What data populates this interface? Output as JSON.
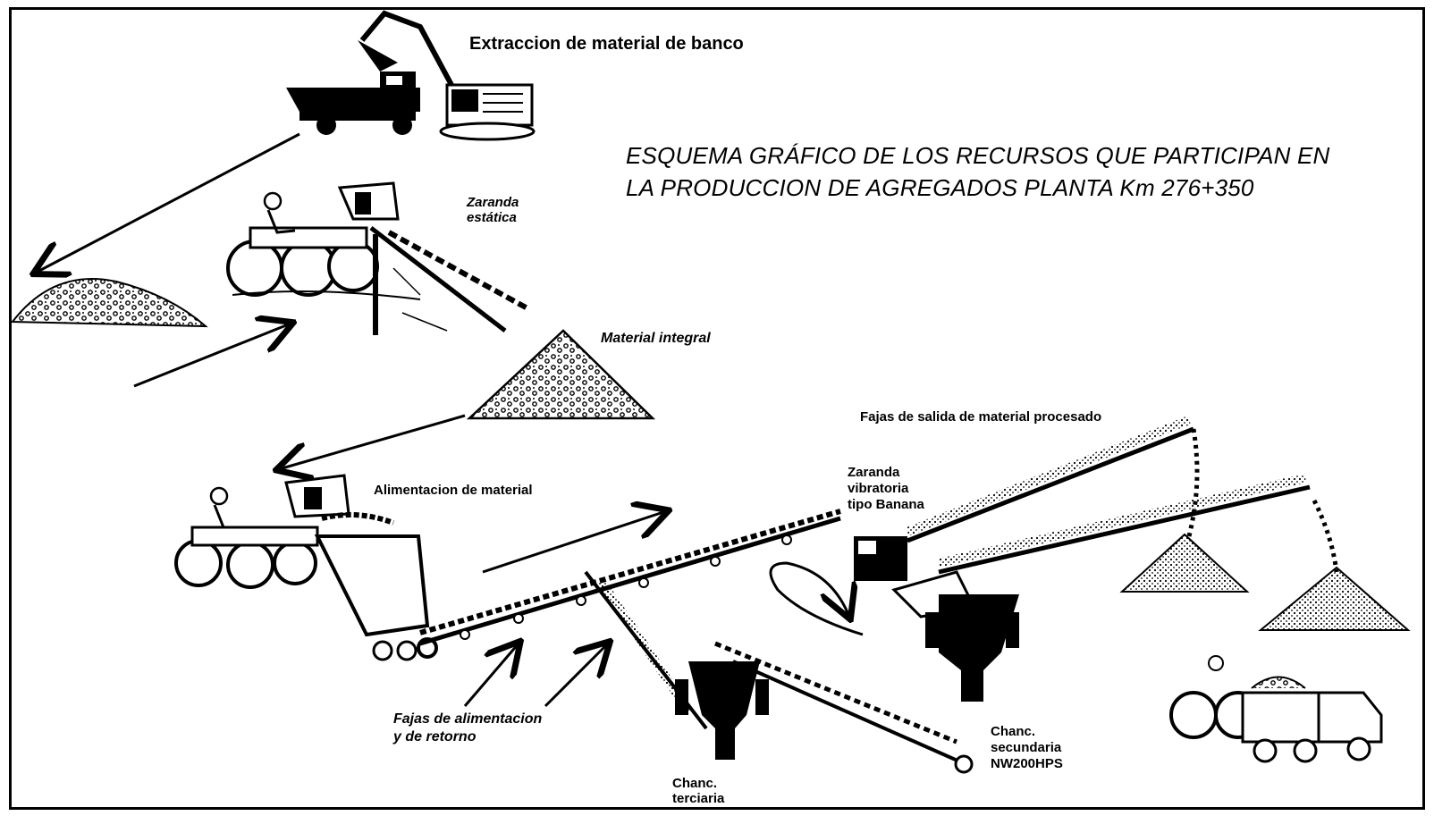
{
  "diagram": {
    "title_line1": "ESQUEMA GRÁFICO DE LOS RECURSOS QUE PARTICIPAN EN",
    "title_line2": "LA PRODUCCION DE AGREGADOS PLANTA Km 276+350",
    "labels": {
      "extraccion": "Extraccion de material de banco",
      "zaranda_estatica_1": "Zaranda",
      "zaranda_estatica_2": "estática",
      "material_integral": "Material integral",
      "fajas_salida": "Fajas de salida de material procesado",
      "alimentacion": "Alimentacion de material",
      "zaranda_vibratoria_1": "Zaranda",
      "zaranda_vibratoria_2": "vibratoria",
      "zaranda_vibratoria_3": "tipo Banana",
      "fajas_alimentacion_1": "Fajas de alimentacion",
      "fajas_alimentacion_2": "y de retorno",
      "chanc_secundaria_1": "Chanc.",
      "chanc_secundaria_2": "secundaria",
      "chanc_secundaria_3": "NW200HPS",
      "chanc_terciaria_1": "Chanc.",
      "chanc_terciaria_2": "terciaria"
    }
  },
  "colors": {
    "ink": "#000000",
    "background": "#ffffff"
  }
}
